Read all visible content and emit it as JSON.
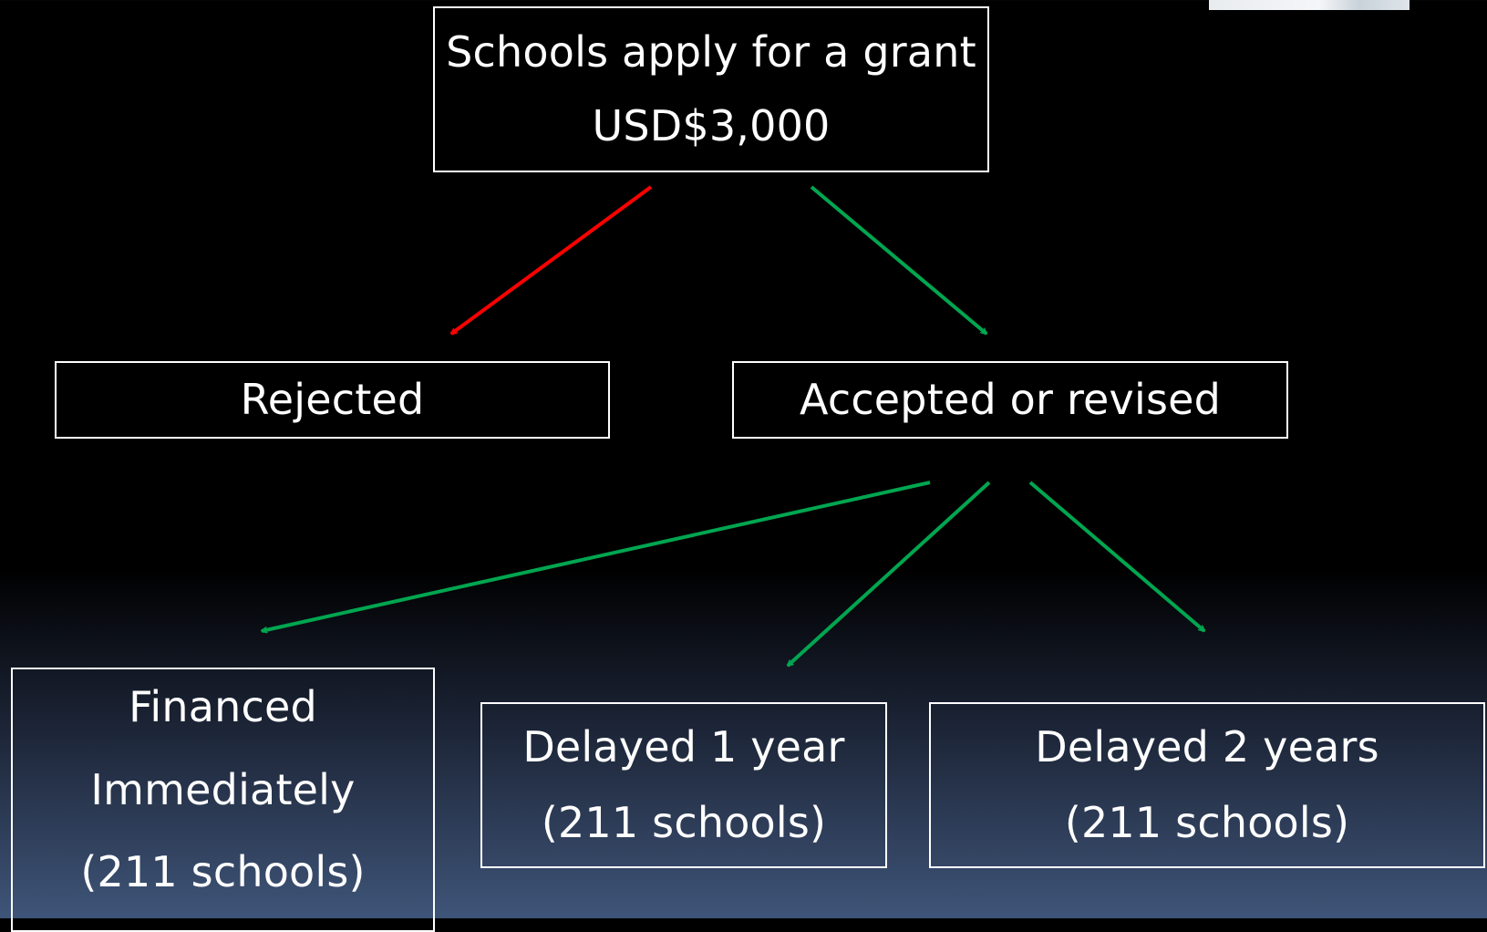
{
  "colors": {
    "background_top": "#000000",
    "background_bottom": "#3f5579",
    "box_border": "#ffffff",
    "text": "#ffffff",
    "arrow_rejected": "#ff0000",
    "arrow_accepted": "#00a650"
  },
  "nodes": {
    "root": {
      "line1": "Schools apply for a grant",
      "line2": "USD$3,000"
    },
    "rejected": {
      "label": "Rejected"
    },
    "accepted": {
      "label": "Accepted or revised"
    },
    "financed": {
      "line1": "Financed",
      "line2": "Immediately",
      "line3": "(211 schools)"
    },
    "delay1": {
      "line1": "Delayed 1 year",
      "line2": "(211 schools)"
    },
    "delay2": {
      "line1": "Delayed 2 years",
      "line2": "(211 schools)"
    }
  },
  "edges": [
    {
      "from": "root",
      "to": "rejected",
      "color": "#ff0000"
    },
    {
      "from": "root",
      "to": "accepted",
      "color": "#00a650"
    },
    {
      "from": "accepted",
      "to": "financed",
      "color": "#00a650"
    },
    {
      "from": "accepted",
      "to": "delay1",
      "color": "#00a650"
    },
    {
      "from": "accepted",
      "to": "delay2",
      "color": "#00a650"
    }
  ]
}
